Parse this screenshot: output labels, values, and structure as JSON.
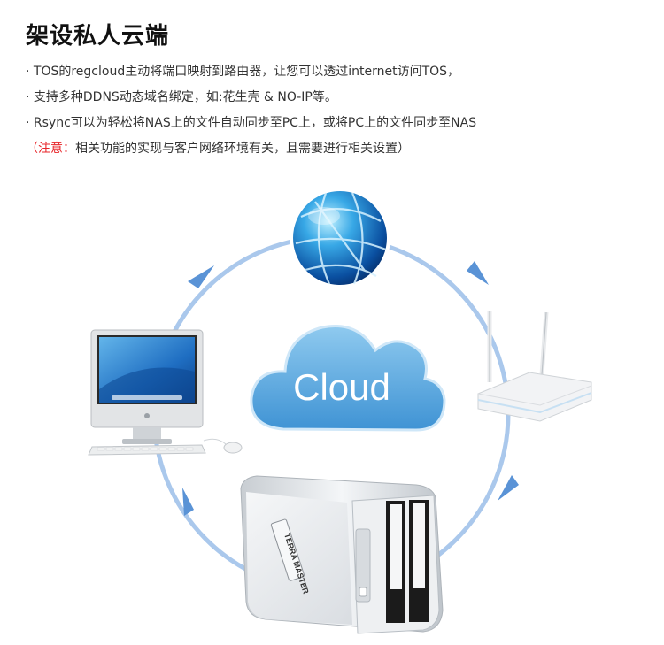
{
  "header": {
    "title": "架设私人云端"
  },
  "bullets": [
    "· TOS的regcloud主动将端口映射到路由器，让您可以透过internet访问TOS，",
    "· 支持多种DDNS动态域名绑定，如:花生壳 & NO-IP等。",
    "· Rsync可以为轻松将NAS上的文件自动同步至PC上，或将PC上的文件同步至NAS"
  ],
  "note": {
    "label": "（注意：",
    "text": "相关功能的实现与客户网络环境有关，且需要进行相关设置）"
  },
  "diagram": {
    "cloud_label": "Cloud",
    "nas_brand": "TERRA MASTER",
    "colors": {
      "ring": "#aac8ec",
      "arrow": "#5a93d6",
      "cloud": "#6cb4e6",
      "note": "#e8262a"
    }
  }
}
